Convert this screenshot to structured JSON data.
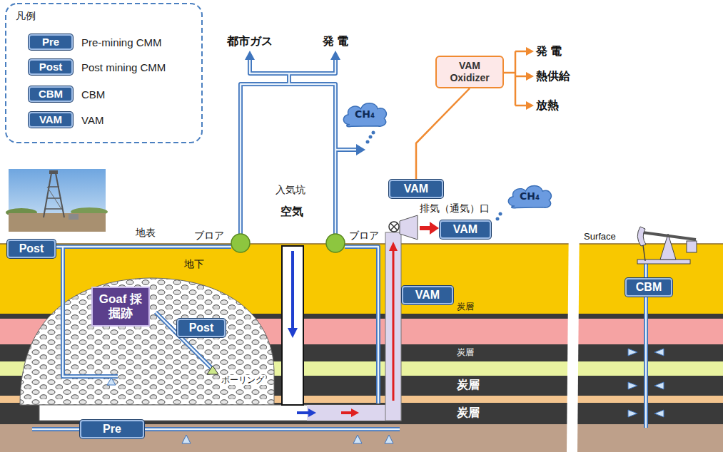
{
  "diagram": {
    "nodes": [
      {
        "text": [
          "VAM Oxidizer"
        ]
      },
      {
        "text": [
          "CH₄"
        ]
      },
      {
        "text": [
          "VAM"
        ]
      },
      {
        "text": [
          "CH₄"
        ]
      },
      {
        "text": [
          "VAM"
        ]
      },
      {
        "text": [
          "Post"
        ]
      },
      {
        "text": [
          "CBM"
        ]
      },
      {
        "text": [
          "Goaf 採掘跡"
        ]
      },
      {
        "text": [
          "VAM"
        ]
      },
      {
        "text": [
          "Post"
        ]
      },
      {
        "text": [
          "Pre"
        ]
      }
    ],
    "edges": [
      {
        "from": 2,
        "to": 0,
        "arrow": "none"
      }
    ],
    "labels": [
      "凡例",
      "Pre",
      "Post",
      "CBM",
      "VAM",
      "都市ガス",
      "発 電",
      "発 電",
      "熱供給",
      "放熱",
      "入気坑",
      "空気",
      "地表",
      "ブロア",
      "ブロア",
      "排気（通気）口",
      "Surface",
      "地下",
      "炭層",
      "炭層",
      "ボーリング",
      "炭層",
      "炭層"
    ],
    "legend": [
      {
        "text": "Pre-mining CMM",
        "color": "#2f5f9a"
      },
      {
        "text": "Post mining CMM",
        "color": "#2f5f9a"
      },
      {
        "text": "CBM",
        "color": "#2f5f9a"
      },
      {
        "text": "VAM",
        "color": "#2f5f9a"
      }
    ]
  }
}
